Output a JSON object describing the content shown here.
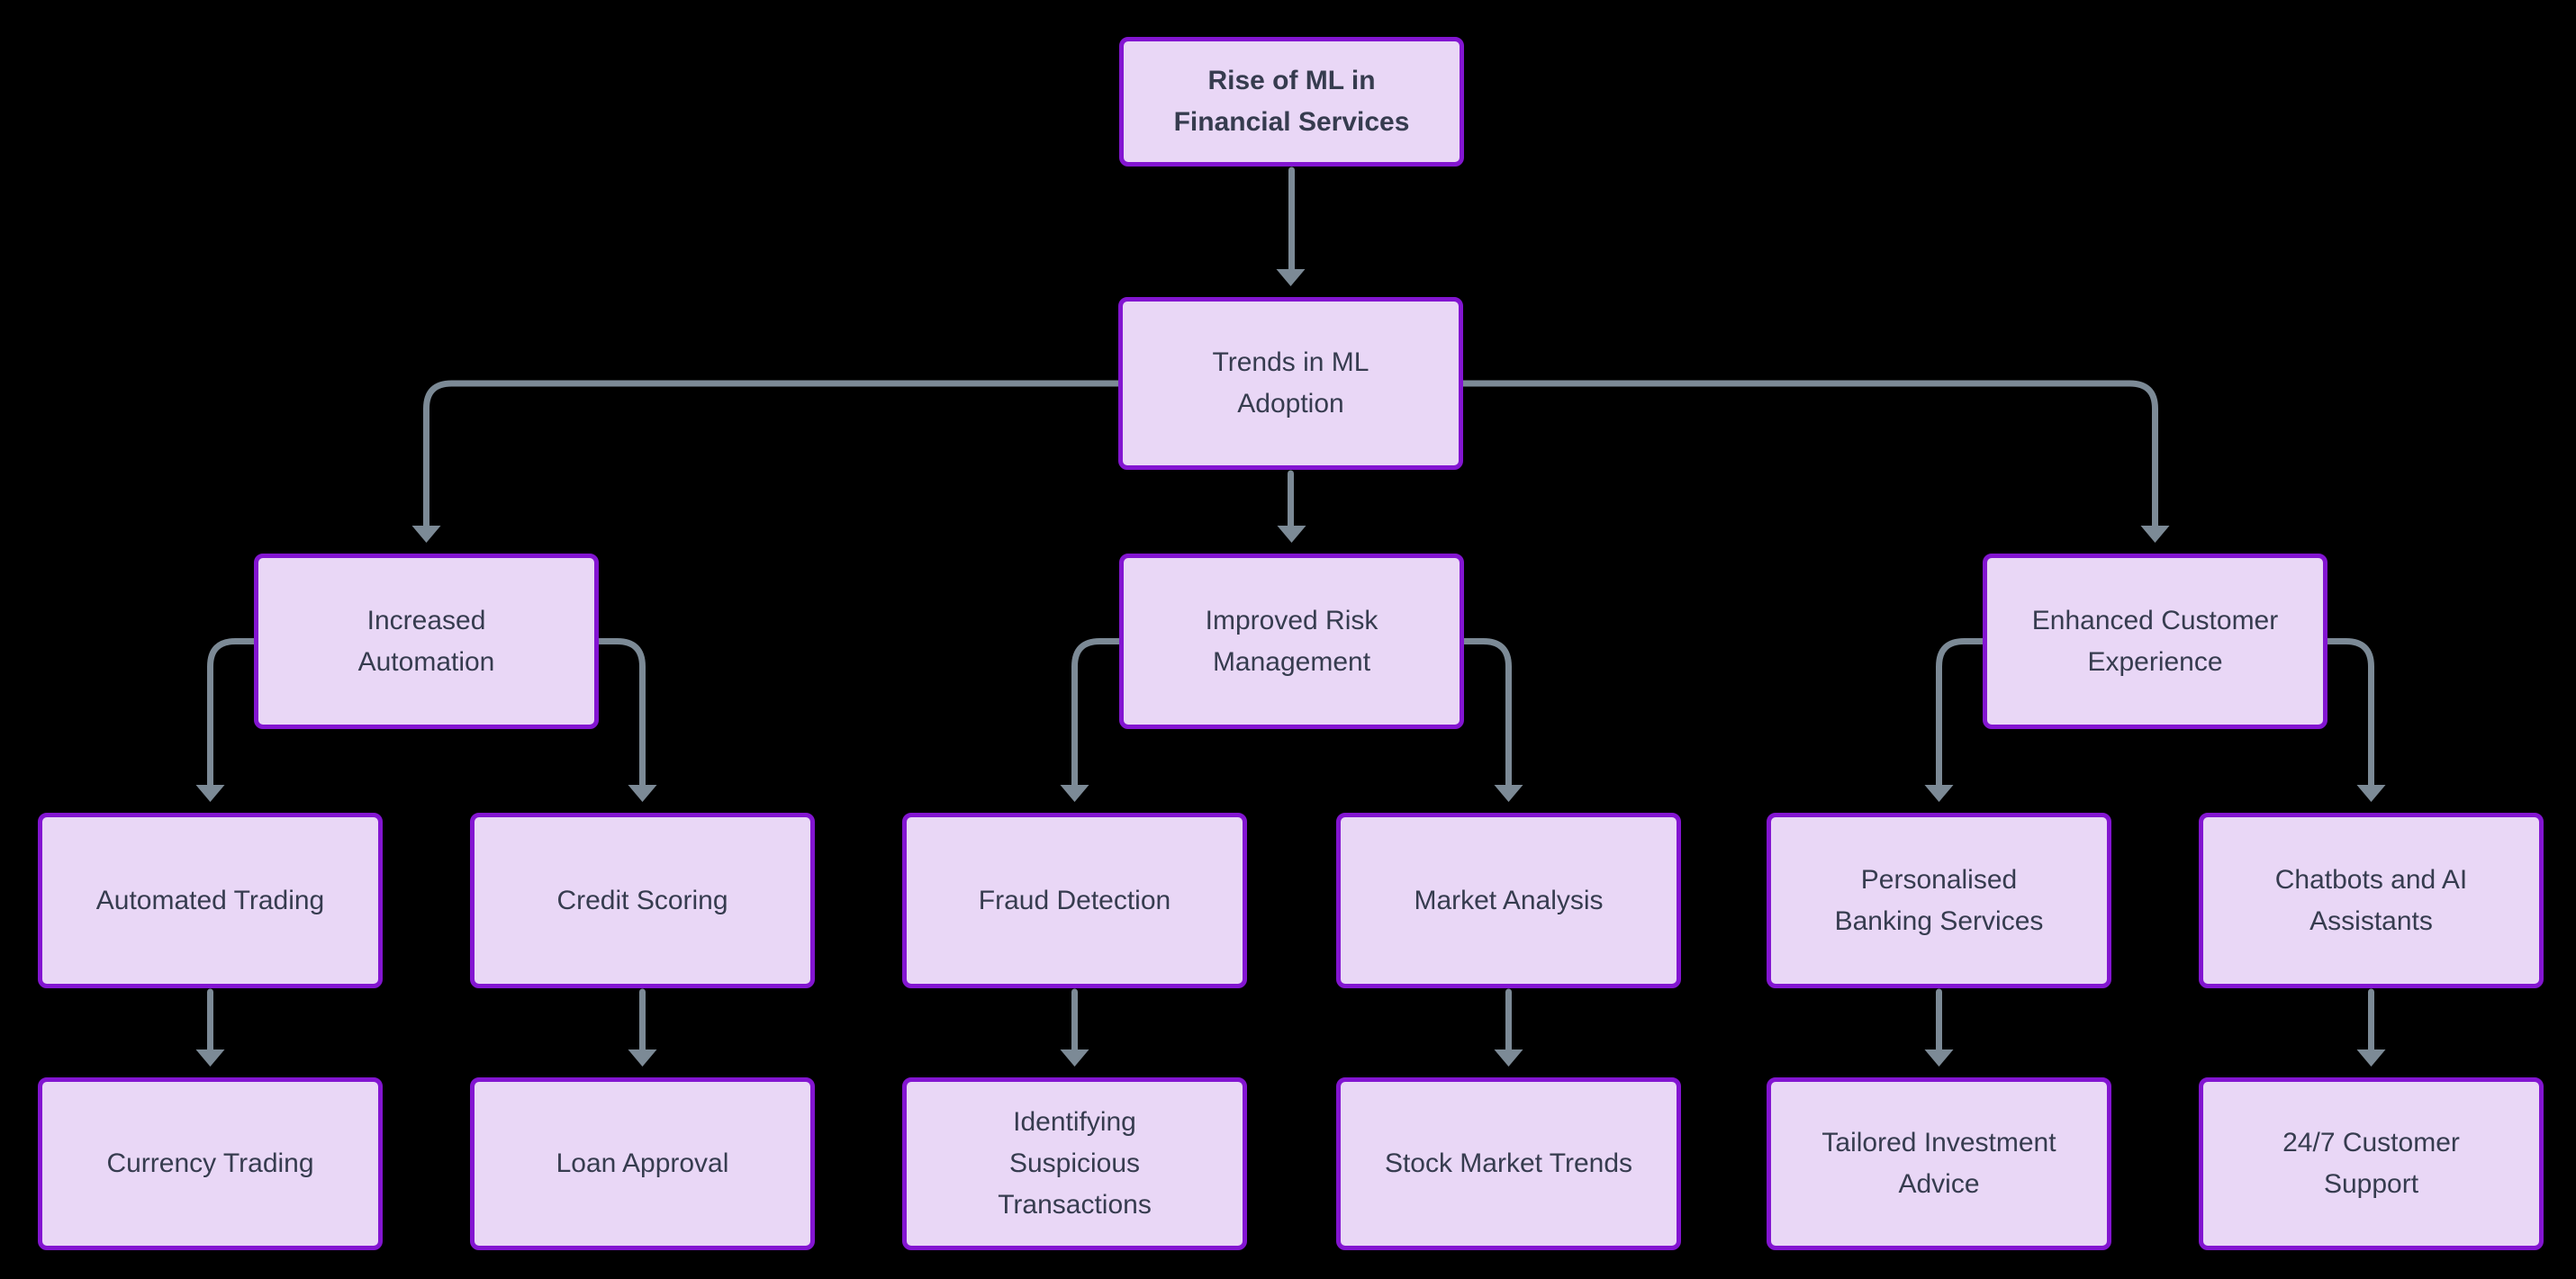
{
  "diagram": {
    "type": "flowchart",
    "direction": "top-down",
    "background_color": "#000000",
    "node_fill_color": "#e9d7f6",
    "node_border_color": "#8315d1",
    "node_text_color": "#363c4f",
    "edge_color": "#7c8a96",
    "nodes": [
      {
        "id": "rise-of-ml",
        "label": "Rise of ML in Financial Services",
        "bold": true,
        "level": 1
      },
      {
        "id": "trends-in-ml-adoption",
        "label": "Trends in ML Adoption",
        "bold": false,
        "level": 2
      },
      {
        "id": "increased-automation",
        "label": "Increased Automation",
        "bold": false,
        "level": 3
      },
      {
        "id": "improved-risk-management",
        "label": "Improved Risk Management",
        "bold": false,
        "level": 3
      },
      {
        "id": "enhanced-customer-experience",
        "label": "Enhanced Customer Experience",
        "bold": false,
        "level": 3
      },
      {
        "id": "automated-trading",
        "label": "Automated Trading",
        "bold": false,
        "level": 4
      },
      {
        "id": "credit-scoring",
        "label": "Credit Scoring",
        "bold": false,
        "level": 4
      },
      {
        "id": "fraud-detection",
        "label": "Fraud Detection",
        "bold": false,
        "level": 4
      },
      {
        "id": "market-analysis",
        "label": "Market Analysis",
        "bold": false,
        "level": 4
      },
      {
        "id": "personalised-banking-services",
        "label": "Personalised Banking Services",
        "bold": false,
        "level": 4
      },
      {
        "id": "chatbots-ai-assistants",
        "label": "Chatbots and AI Assistants",
        "bold": false,
        "level": 4
      },
      {
        "id": "currency-trading",
        "label": "Currency Trading",
        "bold": false,
        "level": 5
      },
      {
        "id": "loan-approval",
        "label": "Loan Approval",
        "bold": false,
        "level": 5
      },
      {
        "id": "identifying-suspicious-transactions",
        "label": "Identifying Suspicious Transactions",
        "bold": false,
        "level": 5
      },
      {
        "id": "stock-market-trends",
        "label": "Stock Market Trends",
        "bold": false,
        "level": 5
      },
      {
        "id": "tailored-investment-advice",
        "label": "Tailored Investment Advice",
        "bold": false,
        "level": 5
      },
      {
        "id": "customer-support-24-7",
        "label": "24/7 Customer Support",
        "bold": false,
        "level": 5
      }
    ],
    "edges": [
      {
        "from": "rise-of-ml",
        "to": "trends-in-ml-adoption"
      },
      {
        "from": "trends-in-ml-adoption",
        "to": "increased-automation"
      },
      {
        "from": "trends-in-ml-adoption",
        "to": "improved-risk-management"
      },
      {
        "from": "trends-in-ml-adoption",
        "to": "enhanced-customer-experience"
      },
      {
        "from": "increased-automation",
        "to": "automated-trading"
      },
      {
        "from": "increased-automation",
        "to": "credit-scoring"
      },
      {
        "from": "improved-risk-management",
        "to": "fraud-detection"
      },
      {
        "from": "improved-risk-management",
        "to": "market-analysis"
      },
      {
        "from": "enhanced-customer-experience",
        "to": "personalised-banking-services"
      },
      {
        "from": "enhanced-customer-experience",
        "to": "chatbots-ai-assistants"
      },
      {
        "from": "automated-trading",
        "to": "currency-trading"
      },
      {
        "from": "credit-scoring",
        "to": "loan-approval"
      },
      {
        "from": "fraud-detection",
        "to": "identifying-suspicious-transactions"
      },
      {
        "from": "market-analysis",
        "to": "stock-market-trends"
      },
      {
        "from": "personalised-banking-services",
        "to": "tailored-investment-advice"
      },
      {
        "from": "chatbots-ai-assistants",
        "to": "customer-support-24-7"
      }
    ]
  }
}
